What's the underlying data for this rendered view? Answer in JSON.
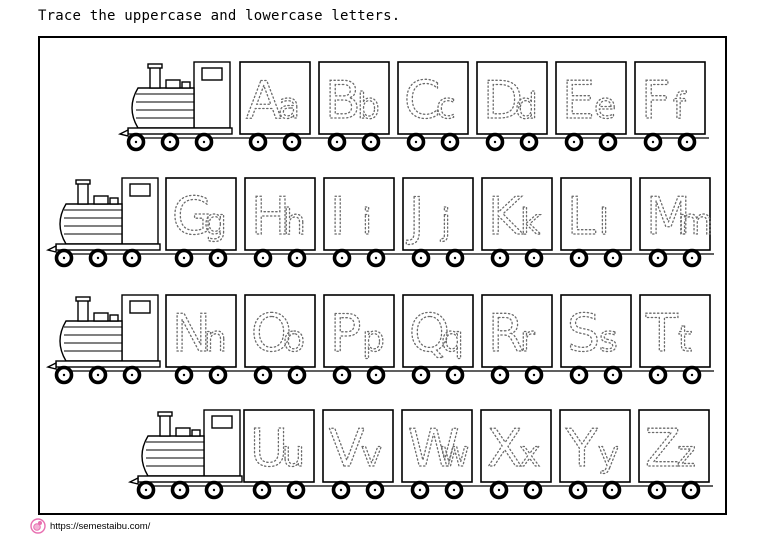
{
  "worksheet": {
    "instruction": "Trace the uppercase and lowercase letters.",
    "footer_url": "https://semestaibu.com/",
    "trains": [
      {
        "cars": [
          {
            "pair": "Aa"
          },
          {
            "pair": "Bb"
          },
          {
            "pair": "Cc"
          },
          {
            "pair": "Dd"
          },
          {
            "pair": "Ee"
          },
          {
            "pair": "Ff"
          }
        ]
      },
      {
        "cars": [
          {
            "pair": "Gg"
          },
          {
            "pair": "Hh"
          },
          {
            "pair": "Ii"
          },
          {
            "pair": "Jj"
          },
          {
            "pair": "Kk"
          },
          {
            "pair": "Ll"
          },
          {
            "pair": "Mm"
          }
        ]
      },
      {
        "cars": [
          {
            "pair": "Nn"
          },
          {
            "pair": "Oo"
          },
          {
            "pair": "Pp"
          },
          {
            "pair": "Qq"
          },
          {
            "pair": "Rr"
          },
          {
            "pair": "Ss"
          },
          {
            "pair": "Tt"
          }
        ]
      },
      {
        "cars": [
          {
            "pair": "Uu"
          },
          {
            "pair": "Vv"
          },
          {
            "pair": "Ww"
          },
          {
            "pair": "Xx"
          },
          {
            "pair": "Yy"
          },
          {
            "pair": "Zz"
          }
        ]
      }
    ],
    "colors": {
      "logo": "#e86fb0",
      "tracing_letters": "#6b6b6b"
    },
    "icons": {
      "logo": "semestaibu-logo-icon"
    }
  }
}
